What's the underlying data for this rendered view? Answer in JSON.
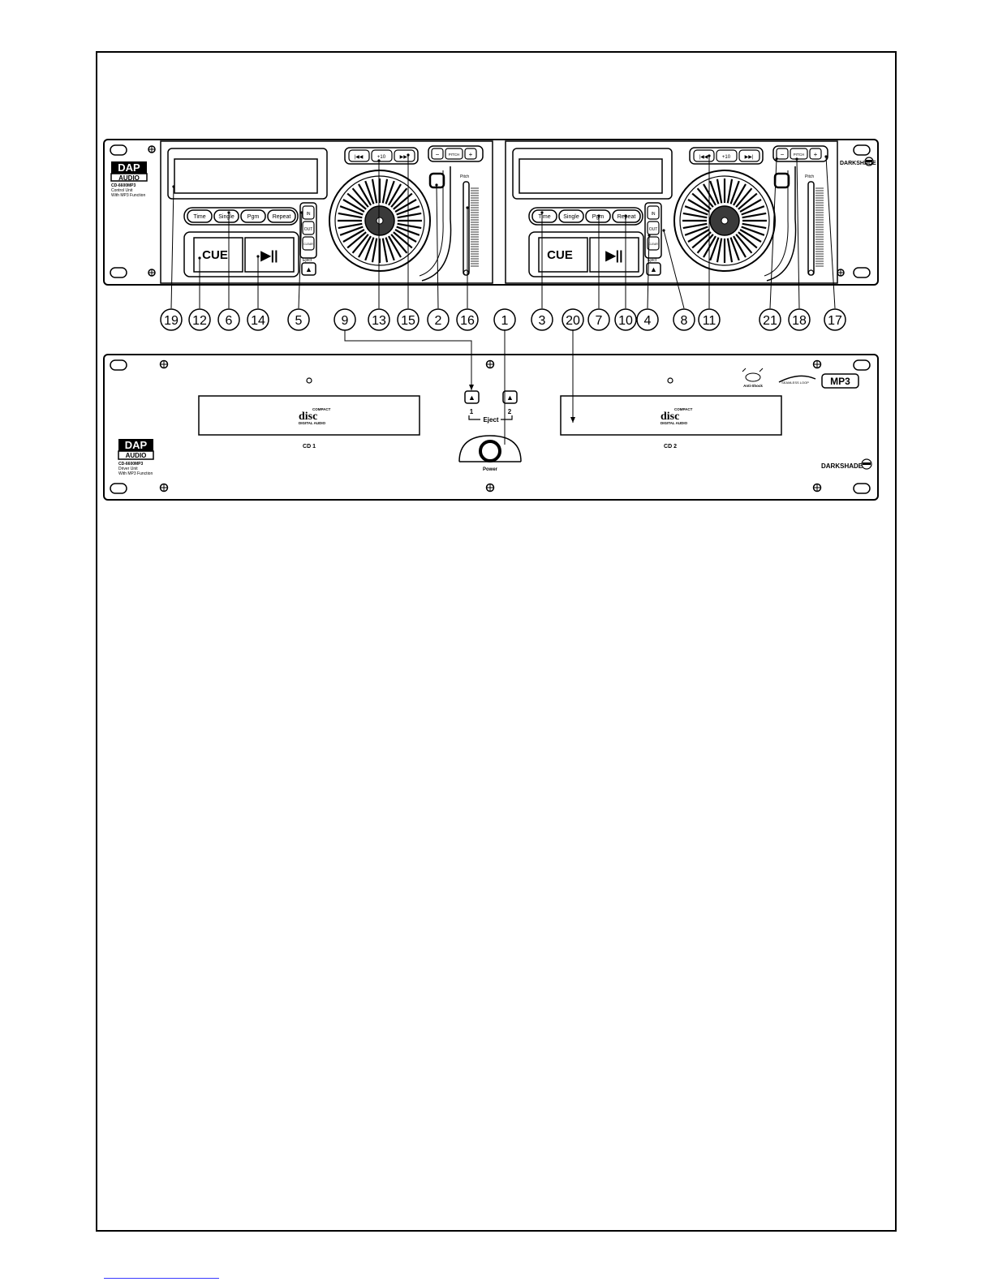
{
  "diagram": {
    "control_unit": {
      "brand_logo_top": "DAP",
      "brand_logo_bottom": "AUDIO",
      "model": "CD-6600MP3",
      "line2": "Control Unit",
      "line3": "With MP3 Function",
      "right_logo": "DARKSHADE",
      "deck": {
        "function_buttons": [
          "Time",
          "Single",
          "Pgm",
          "Repeat"
        ],
        "loop_buttons": [
          "IN",
          "OUT",
          "CLEAR"
        ],
        "cue_label": "CUE",
        "play_label": "▶||",
        "eject_label": "Eject",
        "eject_symbol": "▲",
        "search_buttons": [
          "|◀◀",
          "+10",
          "▶▶|"
        ],
        "pitch_buttons": [
          "−",
          "PITCH",
          "+"
        ],
        "pitch_label": "Pitch"
      }
    },
    "callouts": [
      "19",
      "12",
      "6",
      "14",
      "5",
      "9",
      "13",
      "15",
      "2",
      "16",
      "1",
      "3",
      "20",
      "7",
      "10",
      "4",
      "8",
      "11",
      "21",
      "18",
      "17"
    ],
    "driver_unit": {
      "brand_logo_top": "DAP",
      "brand_logo_bottom": "AUDIO",
      "model": "CD-6600MP3",
      "line2": "Driver Unit",
      "line3": "With MP3 Function",
      "compact_disc_logo_top": "COMPACT",
      "compact_disc_logo_mid": "disc",
      "compact_disc_logo_bottom": "DIGITAL AUDIO",
      "cd1_label": "CD 1",
      "cd2_label": "CD 2",
      "eject_group_label": "Eject",
      "eject_numbers": [
        "1",
        "2"
      ],
      "power_label": "Power",
      "anti_shock": "Anti-Shock",
      "seamless_loop": "SEAMLESS LOOP",
      "mp3_badge": "MP3",
      "right_logo": "DARKSHADE"
    }
  }
}
